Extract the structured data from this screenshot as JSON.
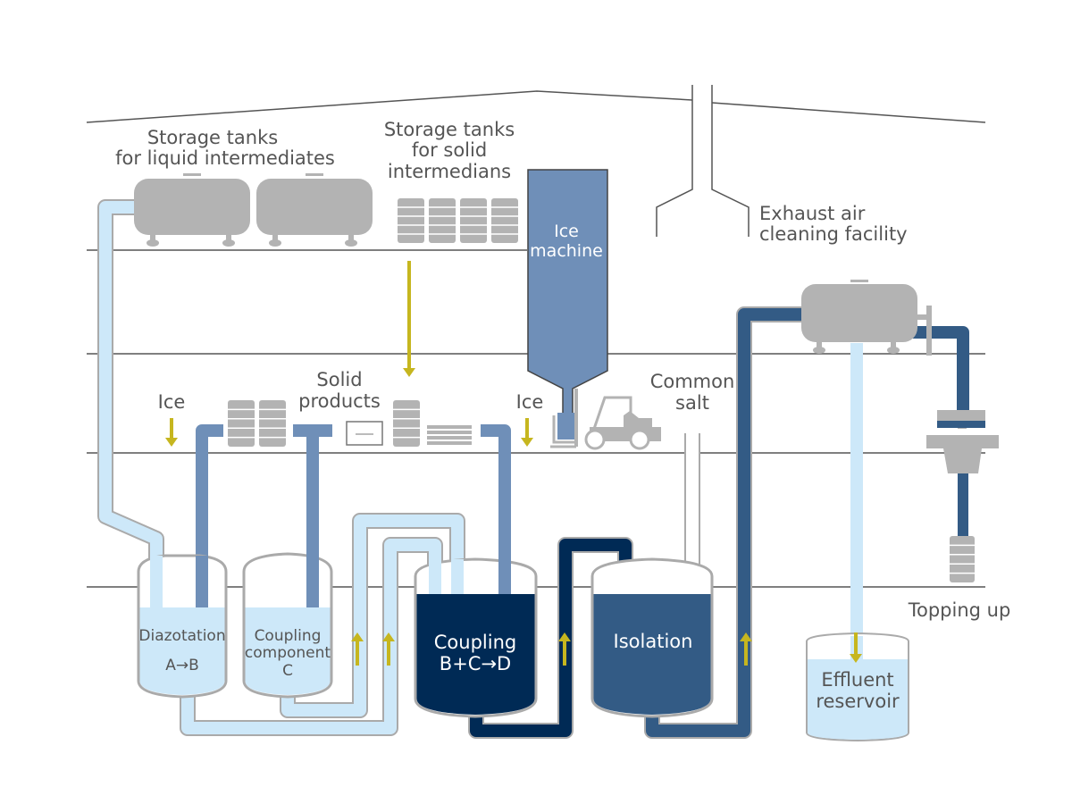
{
  "colors": {
    "light_liquid": "#cde8f9",
    "outline": "#aaaaaa",
    "mid_blue": "#6f8fb8",
    "dark_navy": "#002a55",
    "steel_blue": "#335b85",
    "equipment_grey": "#b3b3b3",
    "arrow_yellow": "#c6b61f",
    "line": "#555555"
  },
  "labels": {
    "storage_liquid_1": "Storage tanks",
    "storage_liquid_2": "for liquid intermediates",
    "storage_solid_1": "Storage tanks",
    "storage_solid_2": "for solid",
    "storage_solid_3": "intermedians",
    "ice_machine_1": "Ice",
    "ice_machine_2": "machine",
    "exhaust_1": "Exhaust air",
    "exhaust_2": "cleaning facility",
    "ice_left": "Ice",
    "ice_right": "Ice",
    "solid_products_1": "Solid",
    "solid_products_2": "products",
    "common_salt_1": "Common",
    "common_salt_2": "salt",
    "topping_up": "Topping up",
    "diazotation_1": "Diazotation",
    "diazotation_2": "A→B",
    "coupling_component_1": "Coupling",
    "coupling_component_2": "component",
    "coupling_component_3": "C",
    "coupling_1": "Coupling",
    "coupling_2": "B+C→D",
    "isolation": "Isolation",
    "effluent_1": "Effluent",
    "effluent_2": "reservoir"
  }
}
